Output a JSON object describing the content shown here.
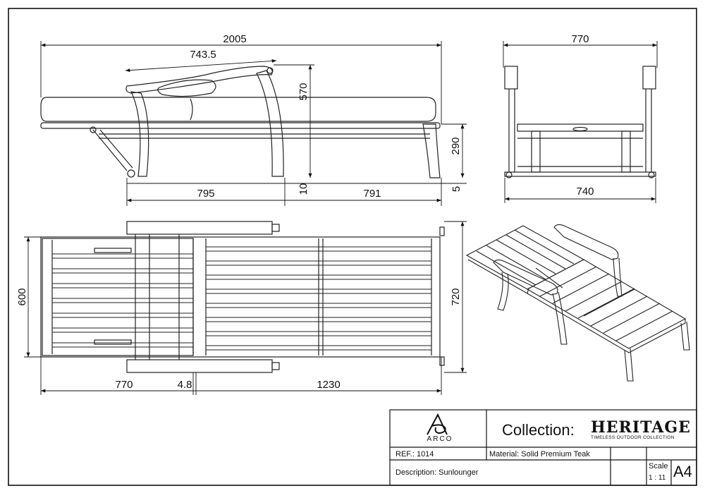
{
  "dimensions": {
    "side_total_length": "2005",
    "backrest_length": "743.5",
    "height_total": "570",
    "seat_height": "290",
    "leg_offset": "10",
    "foot_offset": "5",
    "front_section": "795",
    "rear_section": "791",
    "end_width_top": "770",
    "end_width_bottom": "740",
    "plan_width": "600",
    "plan_width_outer": "720",
    "plan_back_length": "770",
    "plan_gap": "4.8",
    "plan_seat_length": "1230"
  },
  "title_block": {
    "logo_name": "ARCO",
    "collection_label": "Collection:",
    "brand_name": "HERITAGE",
    "brand_tagline": "TIMELESS OUTDOOR COLLECTION",
    "ref": "REF.: 1014",
    "material": "Material: Solid Premium Teak",
    "description": "Description: Sunlounger",
    "scale_label": "Scale",
    "scale_value": "1 : 11",
    "paper_size": "A4"
  }
}
